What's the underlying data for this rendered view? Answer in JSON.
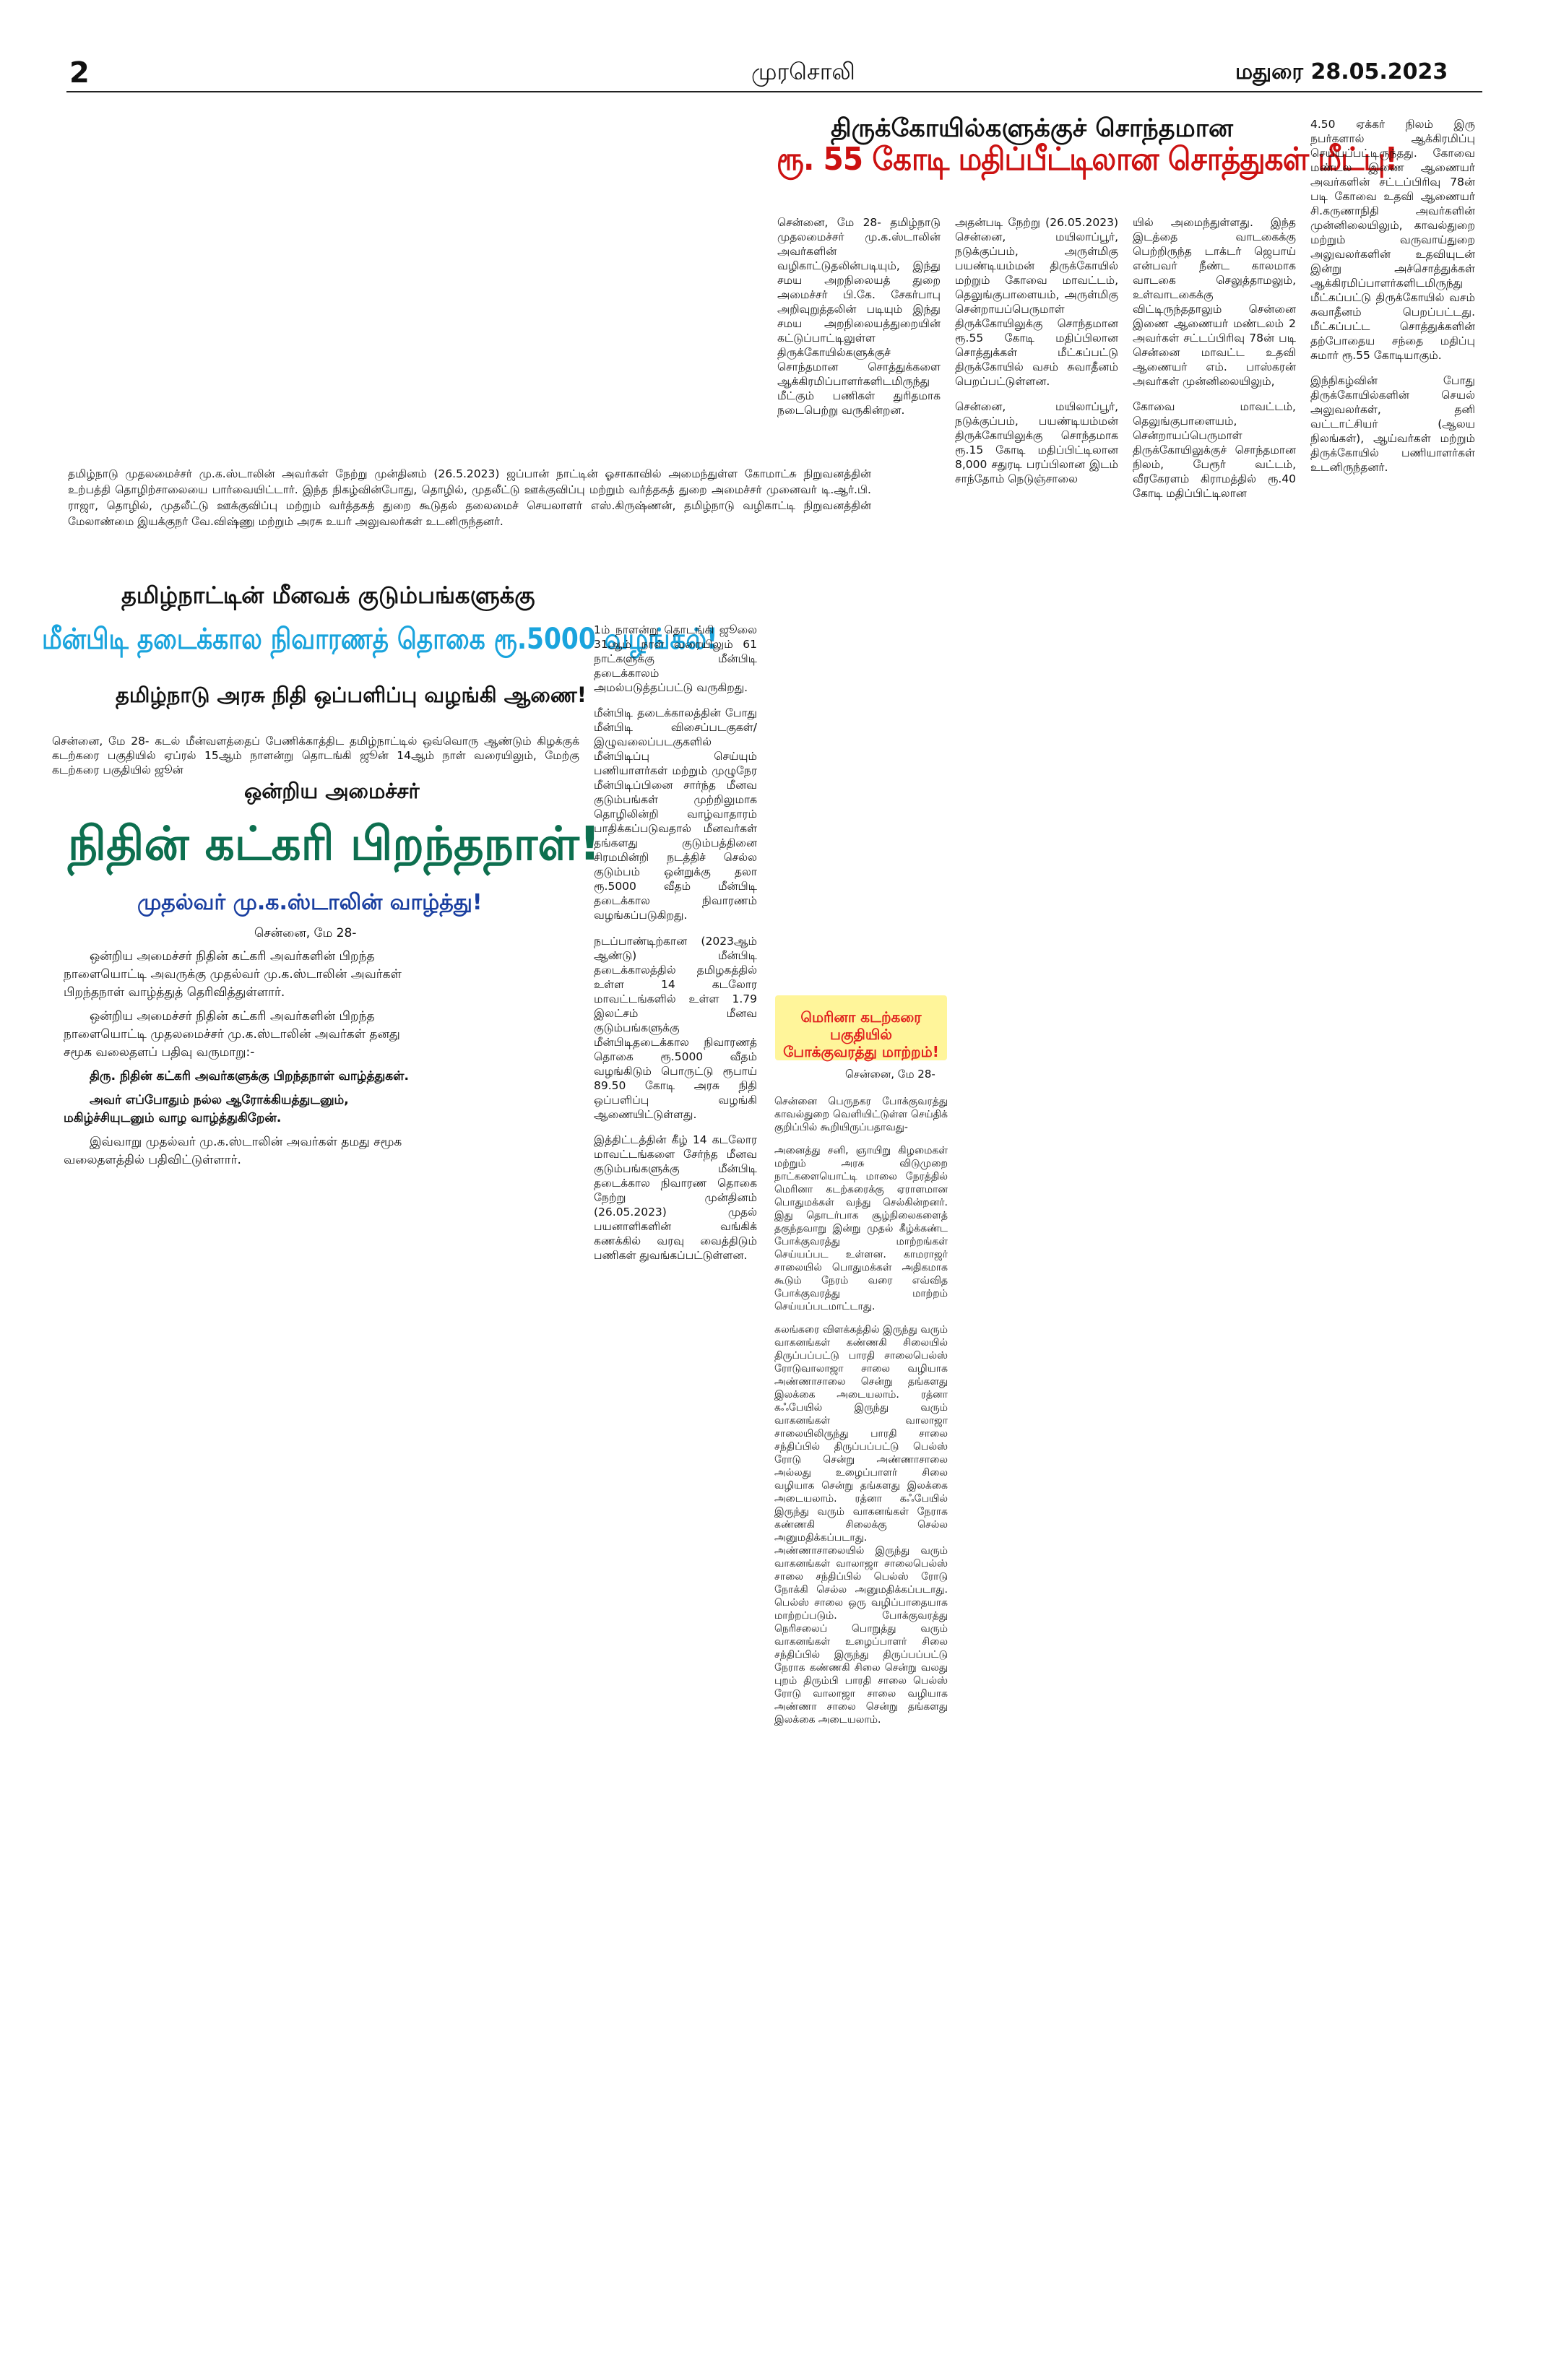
{
  "header": {
    "page_number": "2",
    "paper_name": "முரசொலி",
    "date_line": "மதுரை 28.05.2023"
  },
  "temple_story": {
    "kicker": "திருக்கோயில்களுக்குச் சொந்தமான",
    "headline": "ரூ. 55 கோடி மதிப்பீட்டிலான சொத்துகள் மீட்பு!",
    "col1": "சென்னை, மே 28- தமிழ்நாடு முதலமைச்சர் மு.க.ஸ்டாலின் அவர்களின் வழிகாட்டுதலின்படியும், இந்து சமய அறநிலையத் துறை அமைச்சர் பி.கே. சேகர்பாபு அறிவுறுத்தலின் படியும் இந்து சமய அறநிலையத்துறையின் கட்டுப்பாட்டிலுள்ள திருக்கோயில்களுக்குச் சொந்தமான சொத்துக்களை ஆக்கிரமிப்பாளர்களிடமிருந்து மீட்கும் பணிகள் துரிதமாக நடைபெற்று வருகின்றன.",
    "col2": "அதன்படி நேற்று (26.05.2023) சென்னை, மயிலாப்பூர், நடுக்குப்பம், அருள்மிகு பயண்டியம்மன் திருக்கோயில் மற்றும் கோவை மாவட்டம், தெலுங்குபாளையம், அருள்மிகு சென்றாயப்பெருமாள் திருக்கோயிலுக்கு சொந்தமான ரூ.55 கோடி மதிப்பிலான சொத்துக்கள் மீட்கப்பட்டு திருக்கோயில் வசம் சுவாதீனம் பெறப்பட்டுள்ளன.",
    "col2b": "சென்னை, மயிலாப்பூர், நடுக்குப்பம், பயண்டியம்மன் திருக்கோயிலுக்கு சொந்தமாக ரூ.15 கோடி மதிப்பிட்டிலான 8,000 சதுரடி பரப்பிலான இடம் சாந்தோம் நெடுஞ்சாலை",
    "col3": "யில் அமைந்துள்ளது. இந்த இடத்தை வாடகைக்கு பெற்றிருந்த டாக்டர் ஜெபாய் என்பவர் நீண்ட காலமாக வாடகை செலுத்தாமலும், உள்வாடகைக்கு விட்டிருந்ததாலும் சென்னை இணை ஆணையர் மண்டலம் 2 அவர்கள் சட்டப்பிரிவு 78ன் படி சென்னை மாவட்ட உதவி ஆணையர் எம். பாஸ்கரன் அவர்கள் முன்னிலையிலும்,",
    "col3b": "கோவை மாவட்டம், தெலுங்குபாளையம், சென்றாயப்பெருமாள் திருக்கோயிலுக்குச் சொந்தமான நிலம், பேரூர் வட்டம், வீரகேரளம் கிராமத்தில் ரூ.40 கோடி மதிப்பிட்டிலான",
    "col4": "4.50 ஏக்கர் நிலம் இரு நபர்களால் ஆக்கிரமிப்பு செய்யப்பட்டிருந்தது. கோவை மண்டல இணை ஆணையர் அவர்களின் சட்டப்பிரிவு 78ன் படி கோவை உதவி ஆணையர் சி.கருணாநிதி அவர்களின் முன்னிலையிலும், காவல்துறை மற்றும் வருவாய்துறை அலுவலர்களின் உதவியுடன் இன்று அச்சொத்துக்கள் ஆக்கிரமிப்பாளர்களிடமிருந்து மீட்கப்பட்டு திருக்கோயில் வசம் சுவாதீனம் பெறப்பட்டது. மீட்கப்பட்ட சொத்துக்களின் தற்போதைய சந்தை மதிப்பு சுமார் ரூ.55 கோடியாகும்.",
    "col4b": "இந்நிகழ்வின் போது திருக்கோயில்களின் செயல் அலுவலர்கள், தனி வட்டாட்சியர் (ஆலய நிலங்கள்), ஆய்வர்கள் மற்றும் திருக்கோயில் பணியாளர்கள் உடனிருந்தனர்."
  },
  "photo_caption": "தமிழ்நாடு முதலமைச்சர் மு.க.ஸ்டாலின் அவர்கள் நேற்று முன்தினம் (26.5.2023) ஜப்பான் நாட்டின் ஓசாகாவில் அமைந்துள்ள கோமாட்சு நிறுவனத்தின் உற்பத்தி தொழிற்சாலையை பார்வையிட்டார். இந்த நிகழ்வின்போது, தொழில், முதலீட்டு ஊக்குவிப்பு மற்றும் வர்த்தகத் துறை அமைச்சர் முனைவர் டி.ஆர்.பி. ராஜா, தொழில், முதலீட்டு ஊக்குவிப்பு மற்றும் வர்த்தகத் துறை கூடுதல் தலைமைச் செயலாளர் எஸ்.கிருஷ்ணன், தமிழ்நாடு வழிகாட்டி நிறுவனத்தின் மேலாண்மை இயக்குநர் வே.விஷ்ணு மற்றும் அரசு உயர் அலுவலர்கள் உடனிருந்தனர்.",
  "fisher_story": {
    "kicker": "தமிழ்நாட்டின் மீனவக் குடும்பங்களுக்கு",
    "headline": "மீன்பிடி தடைக்கால நிவாரணத் தொகை ரூ.5000 வழங்கல்!",
    "subhead": "தமிழ்நாடு அரசு நிதி ஒப்பளிப்பு வழங்கி ஆணை!",
    "lead": "சென்னை, மே 28- கடல் மீன்வளத்தைப் பேணிக்காத்திட தமிழ்நாட்டில் ஒவ்வொரு ஆண்டும் கிழக்குக் கடற்கரை பகுதியில் ஏப்ரல் 15ஆம் நாளன்று தொடங்கி ஜூன் 14ஆம் நாள் வரையிலும், மேற்கு கடற்கரை பகுதியில் ஜூன்",
    "col_right": "1ம் நாளன்று தொடங்கி ஜூலை 31ஆம் நாள் வரையிலும் 61 நாட்களுக்கு மீன்பிடி தடைக்காலம் அமல்படுத்தப்பட்டு வருகிறது.",
    "col_right2": "மீன்பிடி தடைக்காலத்தின் போது மீன்பிடி விசைப்படகுகள்/ இழுவலைப்படகுகளில் மீன்பிடிப்பு செய்யும் பணியாளர்கள் மற்றும் முழுநேர மீன்பிடிப்பினை சார்ந்த மீனவ குடும்பங்கள் முற்றிலுமாக தொழிலின்றி வாழ்வாதாரம் பாதிக்கப்படுவதால் மீனவர்கள் தங்களது குடும்பத்தினை சிரமமின்றி நடத்திச் செல்ல குடும்பம் ஒன்றுக்கு தலா ரூ.5000 வீதம் மீன்பிடி தடைக்கால நிவாரணம் வழங்கப்படுகிறது.",
    "col_right3": "நடப்பாண்டிற்கான (2023ஆம் ஆண்டு) மீன்பிடி தடைக்காலத்தில் தமிழகத்தில் உள்ள 14 கடலோர மாவட்டங்களில் உள்ள 1.79 இலட்சம் மீனவ குடும்பங்களுக்கு மீன்பிடிதடைக்கால நிவாரணத் தொகை ரூ.5000 வீதம் வழங்கிடும் பொருட்டு ரூபாய் 89.50 கோடி அரசு நிதி ஒப்பளிப்பு வழங்கி ஆணையிட்டுள்ளது.",
    "col_right4": "இத்திட்டத்தின் கீழ் 14 கடலோர மாவட்டங்களை சேர்ந்த மீனவ குடும்பங்களுக்கு மீன்பிடி தடைக்கால நிவாரண தொகை நேற்று முன்தினம் (26.05.2023) முதல் பயனாளிகளின் வங்கிக் கணக்கில் வரவு வைத்திடும் பணிகள் துவங்கப்பட்டுள்ளன."
  },
  "gadkari_story": {
    "kicker": "ஒன்றிய அமைச்சர்",
    "headline": "நிதின் கட்கரி பிறந்தநாள்!",
    "subhead": "முதல்வர் மு.க.ஸ்டாலின் வாழ்த்து!",
    "dateline": "சென்னை, மே 28-",
    "p1": "ஒன்றிய அமைச்சர் நிதின் கட்கரி அவர்களின் பிறந்த நாளையொட்டி அவருக்கு முதல்வர் மு.க.ஸ்டாலின் அவர்கள் பிறந்தநாள் வாழ்த்துத் தெரிவித்துள்ளார்.",
    "p2": "ஒன்றிய அமைச்சர் நிதின் கட்கரி அவர்களின் பிறந்த நாளையொட்டி முதலமைச்சர் மு.க.ஸ்டாலின் அவர்கள் தனது சமூக வலைதளப் பதிவு வருமாறு:-",
    "p3": "திரு. நிதின் கட்கரி அவர்களுக்கு பிறந்தநாள் வாழ்த்துகள்.",
    "p4": "அவர் எப்போதும் நல்ல ஆரோக்கியத்துடனும், மகிழ்ச்சியுடனும் வாழ வாழ்த்துகிறேன்.",
    "p5": "இவ்வாறு முதல்வர் மு.க.ஸ்டாலின் அவர்கள் தமது சமூக வலைதளத்தில் பதிவிட்டுள்ளார்."
  },
  "marina_story": {
    "headline_line1": "மெரினா கடற்கரை பகுதியில்",
    "headline_line2": "போக்குவரத்து மாற்றம்!",
    "dateline": "சென்னை, மே 28-",
    "p1": "சென்னை பெருநகர போக்குவரத்து காவல்துறை வெளியிட்டுள்ள செய்திக் குறிப்பில் கூறியிருப்பதாவது-",
    "p2": "அனைத்து சனி, ஞாயிறு கிழமைகள் மற்றும் அரசு விடுமுறை நாட்களையொட்டி மாலை நேரத்தில் மெரினா கடற்கரைக்கு ஏராளமான பொதுமக்கள் வந்து செல்கின்றனர். இது தொடர்பாக சூழ்நிலைகளைத் தகுந்தவாறு இன்று முதல் கீழ்க்கண்ட போக்குவரத்து மாற்றங்கள் செய்யப்பட உள்ளன. காமராஜர் சாலையில் பொதுமக்கள் அதிகமாக கூடும் நேரம் வரை எவ்வித போக்குவரத்து மாற்றம் செய்யப்படமாட்டாது.",
    "p3": "கலங்கரை விளக்கத்தில் இருந்து வரும் வாகனங்கள் கண்ணகி சிலையில் திருப்பப்பட்டு பாரதி சாலைபெல்ஸ் ரோடுவாலாஜா சாலை வழியாக அண்ணாசாலை சென்று தங்களது இலக்கை அடையலாம். ரத்னா கஃபேயில் இருந்து வரும் வாகனங்கள் வாலாஜா சாலையிலிருந்து பாரதி சாலை சந்திப்பில் திருப்பப்பட்டு பெல்ஸ் ரோடு சென்று அண்ணாசாலை அல்லது உழைப்பாளர் சிலை வழியாக சென்று தங்களது இலக்கை அடையலாம். ரத்னா கஃபேயில் இருந்து வரும் வாகனங்கள் நேராக கண்ணகி சிலைக்கு செல்ல அனுமதிக்கப்படாது. அண்ணாசாலையில் இருந்து வரும் வாகனங்கள் வாலாஜா சாலைபெல்ஸ் சாலை சந்திப்பில் பெல்ஸ் ரோடு நோக்கி செல்ல அனுமதிக்கப்படாது. பெல்ஸ் சாலை ஒரு வழிப்பாதையாக மாற்றப்படும். போக்குவரத்து நெரிசலைப் பொறுத்து வரும் வாகனங்கள் உழைப்பாளர் சிலை சந்திப்பில் இருந்து திருப்பப்பட்டு நேராக கண்ணகி சிலை சென்று வலது புறம் திரும்பி பாரதி சாலை பெல்ஸ் ரோடு வாலாஜா சாலை வழியாக அண்ணா சாலை சென்று தங்களது இலக்கை அடையலாம்."
  }
}
